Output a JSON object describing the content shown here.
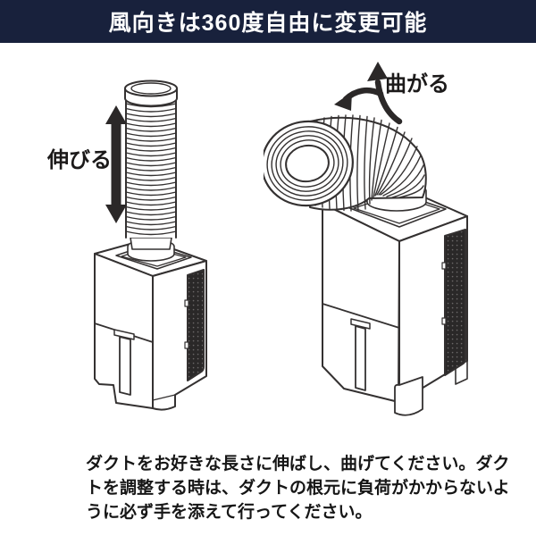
{
  "banner": {
    "title": "風向きは360度自由に変更可能"
  },
  "figures": {
    "extend": {
      "label": "伸びる"
    },
    "bend": {
      "label": "曲がる"
    }
  },
  "description": {
    "line1": "ダクトをお好きな長さに伸ばし、曲げてください。ダク",
    "line2": "トを調整する時は、ダクトの根元に負荷がかからないよ",
    "line3": "うに必ず手を添えて行ってください。"
  },
  "colors": {
    "banner_bg": "#18213c",
    "banner_text": "#ffffff",
    "line_art": "#343131",
    "arrow": "#2b2828",
    "mesh_fill": "#2a2828",
    "body_text": "#161616",
    "background": "#ffffff"
  }
}
